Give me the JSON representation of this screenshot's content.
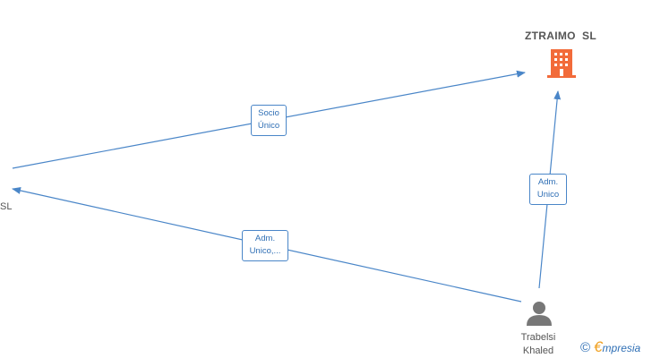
{
  "nodes": {
    "company": {
      "name": "ZTRAIMO  SL",
      "icon": "building-icon",
      "color": "#f26b3a"
    },
    "left_company": {
      "name": "SL"
    },
    "person": {
      "name": "Trabelsi\nKhaled",
      "icon": "person-icon",
      "color": "#777777"
    }
  },
  "edges": [
    {
      "id": "socio-unico",
      "label": "Socio\nÚnico"
    },
    {
      "id": "adm-unico-person-company",
      "label": "Adm.\nUnico"
    },
    {
      "id": "adm-unico-person-left",
      "label": "Adm.\nUnico,..."
    }
  ],
  "footer": {
    "copyright_symbol": "©",
    "brand_initial": "€",
    "brand_rest": "mpresia"
  },
  "colors": {
    "edge": "#4a86c8",
    "text": "#555555"
  }
}
